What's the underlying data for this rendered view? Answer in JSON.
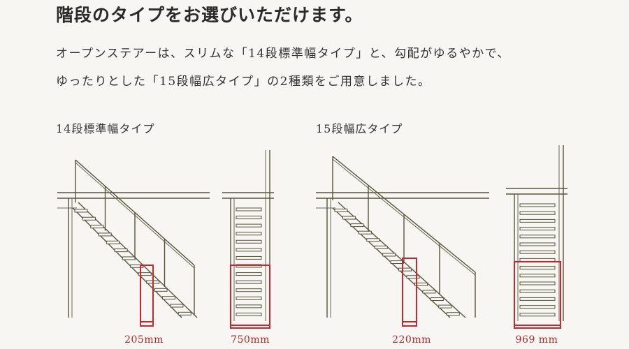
{
  "heading": "階段のタイプをお選びいただけます。",
  "intro": {
    "line1": "オープンステアーは、スリムな「14段標準幅タイプ」と、勾配がゆるやかで、",
    "line2": "ゆったりとした「15段幅広タイプ」の2種類をご用意しました。"
  },
  "types": [
    {
      "title": "14段標準幅タイプ",
      "side_dimension": "205mm",
      "front_dimension": "750mm",
      "steps": 14
    },
    {
      "title": "15段幅広タイプ",
      "side_dimension": "220mm",
      "front_dimension": "969 mm",
      "steps": 15
    }
  ],
  "colors": {
    "frame": "#55553d",
    "dimension": "#c8282d",
    "background": "#f7f6f3"
  }
}
